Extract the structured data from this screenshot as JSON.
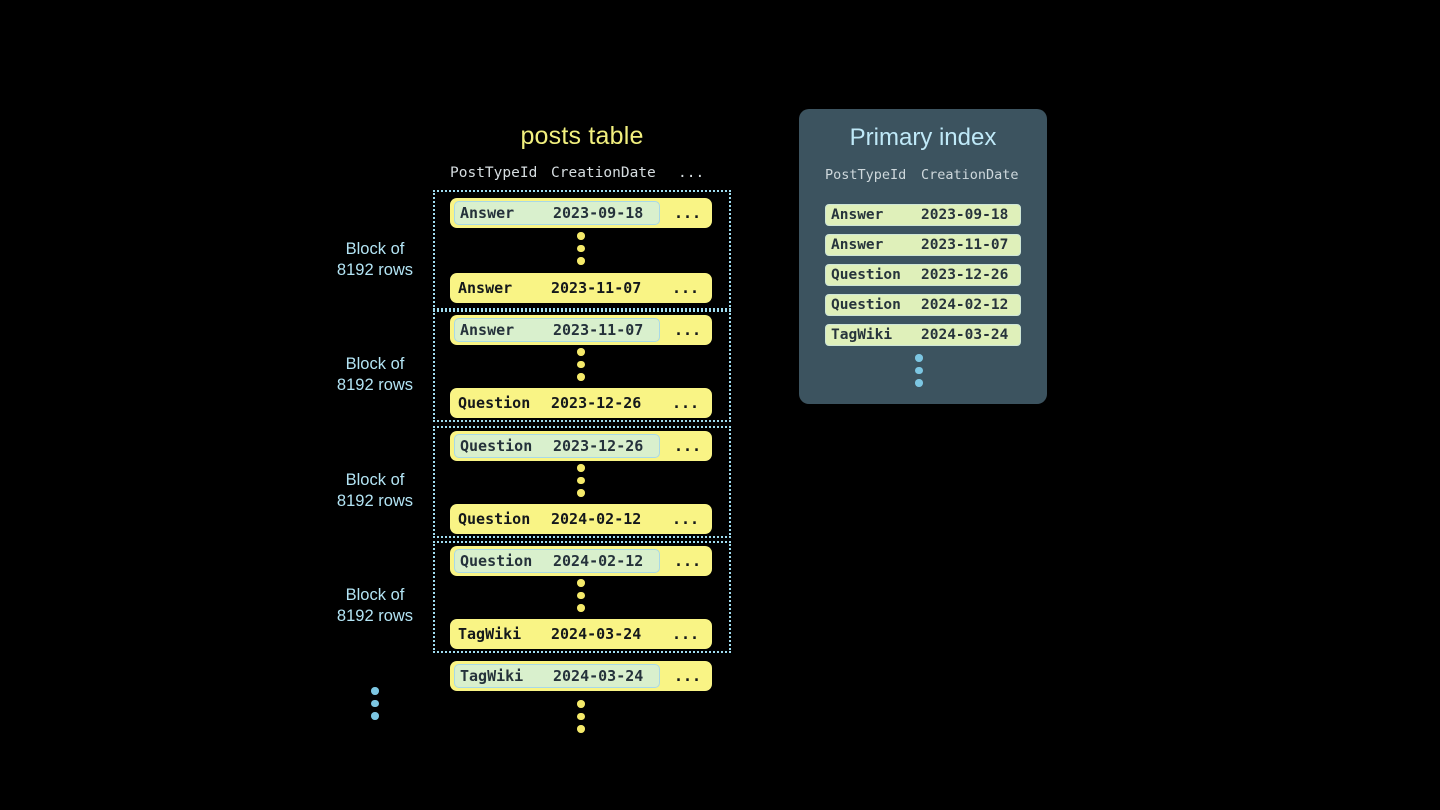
{
  "posts_table": {
    "title": "posts table",
    "columns": [
      "PostTypeId",
      "CreationDate",
      "..."
    ],
    "blocks": [
      {
        "label": "Block of\n8192 rows",
        "first_row": {
          "post_type_id": "Answer",
          "creation_date": "2023-09-18",
          "more": "...",
          "highlighted": true
        },
        "last_row": {
          "post_type_id": "Answer",
          "creation_date": "2023-11-07",
          "more": "...",
          "highlighted": false
        }
      },
      {
        "label": "Block of\n8192 rows",
        "first_row": {
          "post_type_id": "Answer",
          "creation_date": "2023-11-07",
          "more": "...",
          "highlighted": true
        },
        "last_row": {
          "post_type_id": "Question",
          "creation_date": "2023-12-26",
          "more": "...",
          "highlighted": false
        }
      },
      {
        "label": "Block of\n8192 rows",
        "first_row": {
          "post_type_id": "Question",
          "creation_date": "2023-12-26",
          "more": "...",
          "highlighted": true
        },
        "last_row": {
          "post_type_id": "Question",
          "creation_date": "2024-02-12",
          "more": "...",
          "highlighted": false
        }
      },
      {
        "label": "Block of\n8192 rows",
        "first_row": {
          "post_type_id": "Question",
          "creation_date": "2024-02-12",
          "more": "...",
          "highlighted": true
        },
        "last_row": {
          "post_type_id": "TagWiki",
          "creation_date": "2024-03-24",
          "more": "...",
          "highlighted": false
        }
      }
    ],
    "trailing_row": {
      "post_type_id": "TagWiki",
      "creation_date": "2024-03-24",
      "more": "...",
      "highlighted": true
    }
  },
  "primary_index": {
    "title": "Primary index",
    "columns": [
      "PostTypeId",
      "CreationDate"
    ],
    "rows": [
      {
        "post_type_id": "Answer",
        "creation_date": "2023-09-18"
      },
      {
        "post_type_id": "Answer",
        "creation_date": "2023-11-07"
      },
      {
        "post_type_id": "Question",
        "creation_date": "2023-12-26"
      },
      {
        "post_type_id": "Question",
        "creation_date": "2024-02-12"
      },
      {
        "post_type_id": "TagWiki",
        "creation_date": "2024-03-24"
      }
    ]
  },
  "colors": {
    "background": "#000000",
    "row_yellow": "#f9f485",
    "highlight_mint": "#d9f0cd",
    "highlight_border": "#a8d9e8",
    "accent_blue": "#b3e4f4",
    "title_yellow": "#f2f07e",
    "panel_slate": "#3c535f",
    "index_row_green": "#dff0ba",
    "dot_yellow": "#f5ea6a",
    "dot_blue": "#7cc6e2"
  }
}
